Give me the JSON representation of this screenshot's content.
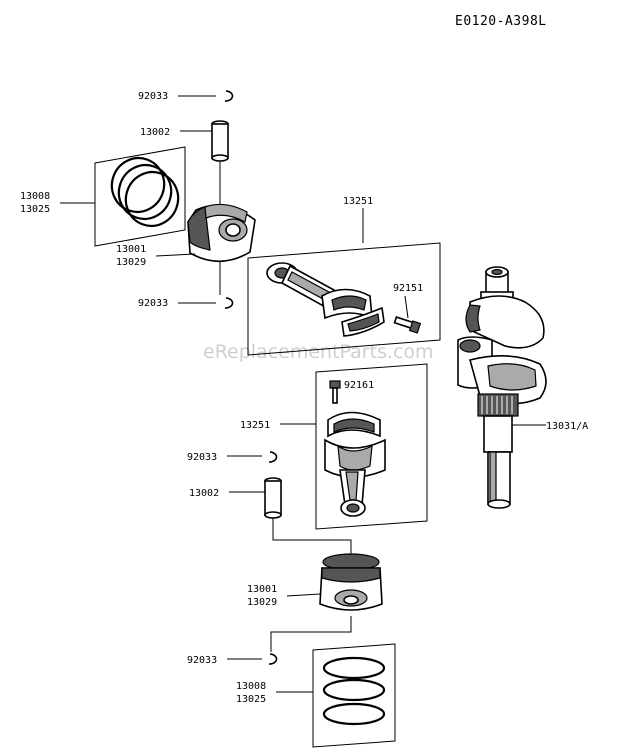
{
  "diagram_code": "E0120-A398L",
  "watermark": "eReplacementParts.com",
  "labels": {
    "clip_top_a": "92033",
    "pin_top": "13002",
    "ring_top_a": "13008",
    "ring_top_b": "13025",
    "piston_top_a": "13001",
    "piston_top_b": "13029",
    "clip_top_b": "92033",
    "rod_top": "13251",
    "bolt_top": "92151",
    "bolt_bottom": "92161",
    "rod_bottom": "13251",
    "crankshaft": "13031/A",
    "clip_bottom_a": "92033",
    "pin_bottom": "13002",
    "piston_bottom_a": "13001",
    "piston_bottom_b": "13029",
    "clip_bottom_b": "92033",
    "ring_bottom_a": "13008",
    "ring_bottom_b": "13025"
  }
}
